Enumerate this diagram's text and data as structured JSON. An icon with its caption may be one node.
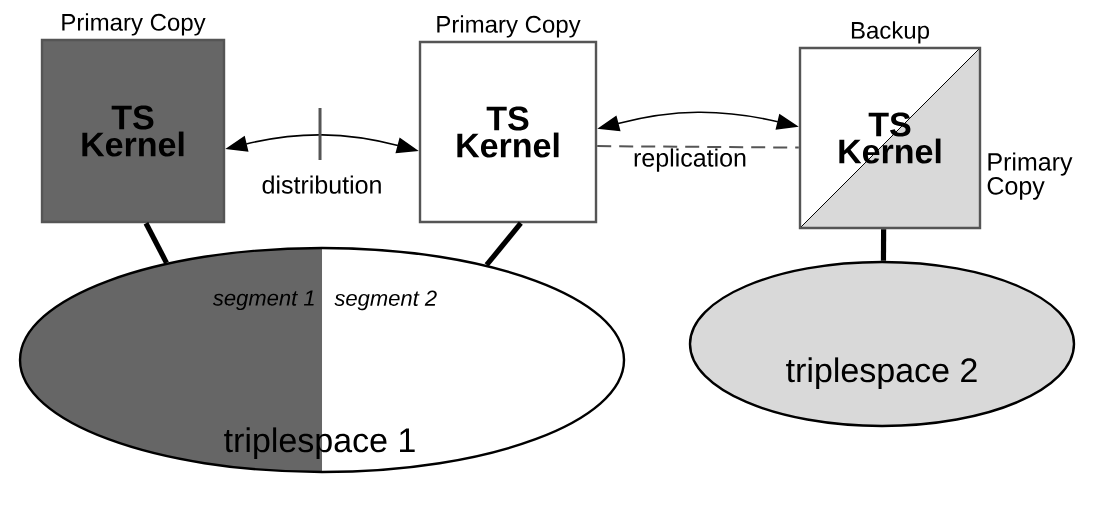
{
  "diagram": {
    "nodes": [
      {
        "text": [
          "Primary Copy",
          "TS Kernel"
        ]
      },
      {
        "text": [
          "Primary Copy",
          "TS Kernel"
        ]
      },
      {
        "text": [
          "Backup",
          "TS Kernel"
        ],
        "beside": [
          "Primary Copy"
        ]
      },
      {
        "text": [
          "segment 1",
          "segment 2",
          "triplespace 1"
        ]
      },
      {
        "text": [
          "triplespace 2"
        ]
      }
    ],
    "edges": [
      {
        "from": 0,
        "to": 1,
        "arrow": "both",
        "label": "distribution"
      },
      {
        "from": 1,
        "to": 2,
        "arrow": "both"
      },
      {
        "from": 1,
        "to": 2,
        "arrow": "none",
        "style": "dashed",
        "label": "replication"
      },
      {
        "from": 0,
        "to": 3,
        "arrow": "none",
        "style": "thick"
      },
      {
        "from": 1,
        "to": 3,
        "arrow": "none",
        "style": "thick"
      },
      {
        "from": 2,
        "to": 4,
        "arrow": "none",
        "style": "thick"
      }
    ]
  }
}
